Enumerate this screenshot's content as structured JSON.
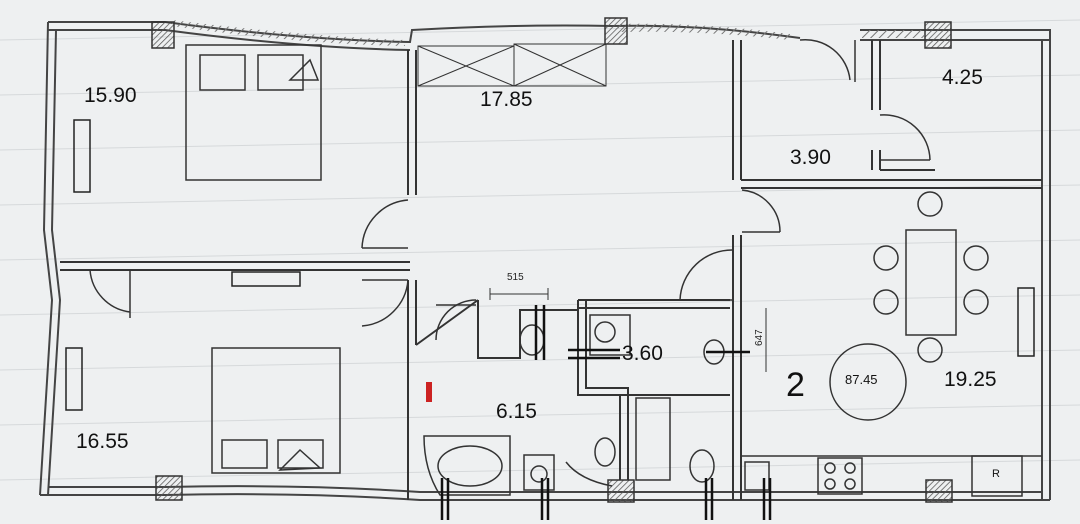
{
  "rooms": {
    "bedroom_top": "15.90",
    "living": "17.85",
    "storage": "4.25",
    "corridor": "3.90",
    "bedroom_bottom": "16.55",
    "bath": "3.60",
    "hall": "6.15",
    "kitchen": "19.25"
  },
  "apartment_number": "2",
  "total_area": "87.45",
  "dimensions": {
    "wall_a": "515",
    "wall_b": "647"
  },
  "fridge_letter": "R",
  "colors": {
    "wall": "#555555",
    "line": "#333333",
    "paper": "#eef0f1",
    "grid": "#d6d9db",
    "column": "#8a8a8a",
    "accent": "#cc2222"
  }
}
